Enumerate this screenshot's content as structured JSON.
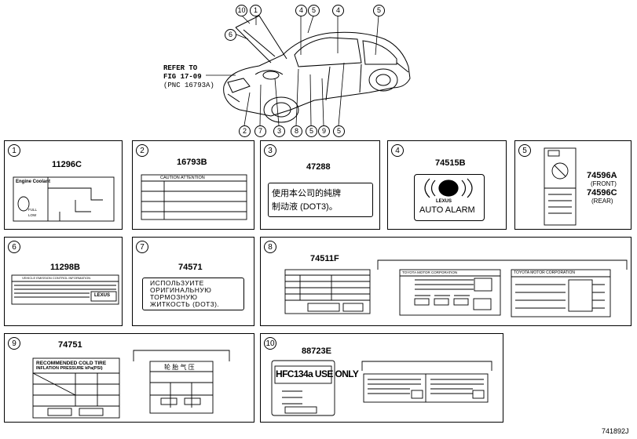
{
  "top": {
    "refer_line1": "REFER TO",
    "refer_line2": "FIG 17-09",
    "refer_line3": "(PNC 16793A)",
    "callouts_top": [
      "10",
      "1",
      "6",
      "4",
      "5",
      "4",
      "5"
    ],
    "callouts_bottom": [
      "2",
      "7",
      "3",
      "8",
      "5",
      "9",
      "5"
    ]
  },
  "panels": {
    "p1": {
      "num": "1",
      "part": "11296C",
      "text_coolant": "Engine Coolant",
      "text_full": "FULL",
      "text_low": "LOW"
    },
    "p2": {
      "num": "2",
      "part": "16793B",
      "header": "CAUTION  ATTENTION"
    },
    "p3": {
      "num": "3",
      "part": "47288",
      "line1": "使用本公司的純牌",
      "line2": "制动液 (DOT3)。"
    },
    "p4": {
      "num": "4",
      "part": "74515B",
      "brand": "LEXUS",
      "alarm": "AUTO ALARM"
    },
    "p5": {
      "num": "5",
      "part1": "74596A",
      "front": "(FRONT)",
      "part2": "74596C",
      "rear": "(REAR)"
    },
    "p6": {
      "num": "6",
      "part": "11298B",
      "header": "VEHICLE  EMISSION  CONTROL  INFORMATION",
      "brand": "LEXUS"
    },
    "p7": {
      "num": "7",
      "part": "74571",
      "line1": "ИСПОЛЬЗУИТЕ",
      "line2": "ОРИГИНАЛЬНУЮ",
      "line3": "ТОРМОЗНУЮ",
      "line4": "ЖИТКОСТЬ (DOT3)."
    },
    "p8": {
      "num": "8",
      "part": "74511F",
      "header_a": "TOYOTA  MOTOR  CORPORATION",
      "header_b": "TOYOTA MOTOR CORPORATION"
    },
    "p9": {
      "num": "9",
      "part": "74751",
      "line1": "RECOMMENDED COLD TIRE",
      "line2": "INFLATION PRESSURE  kPa(PSI)",
      "cn": "轮 胎 气 压"
    },
    "p10": {
      "num": "10",
      "part": "88723E",
      "hfc": "HFC134a USE ONLY"
    }
  },
  "figure_id": "741892J"
}
